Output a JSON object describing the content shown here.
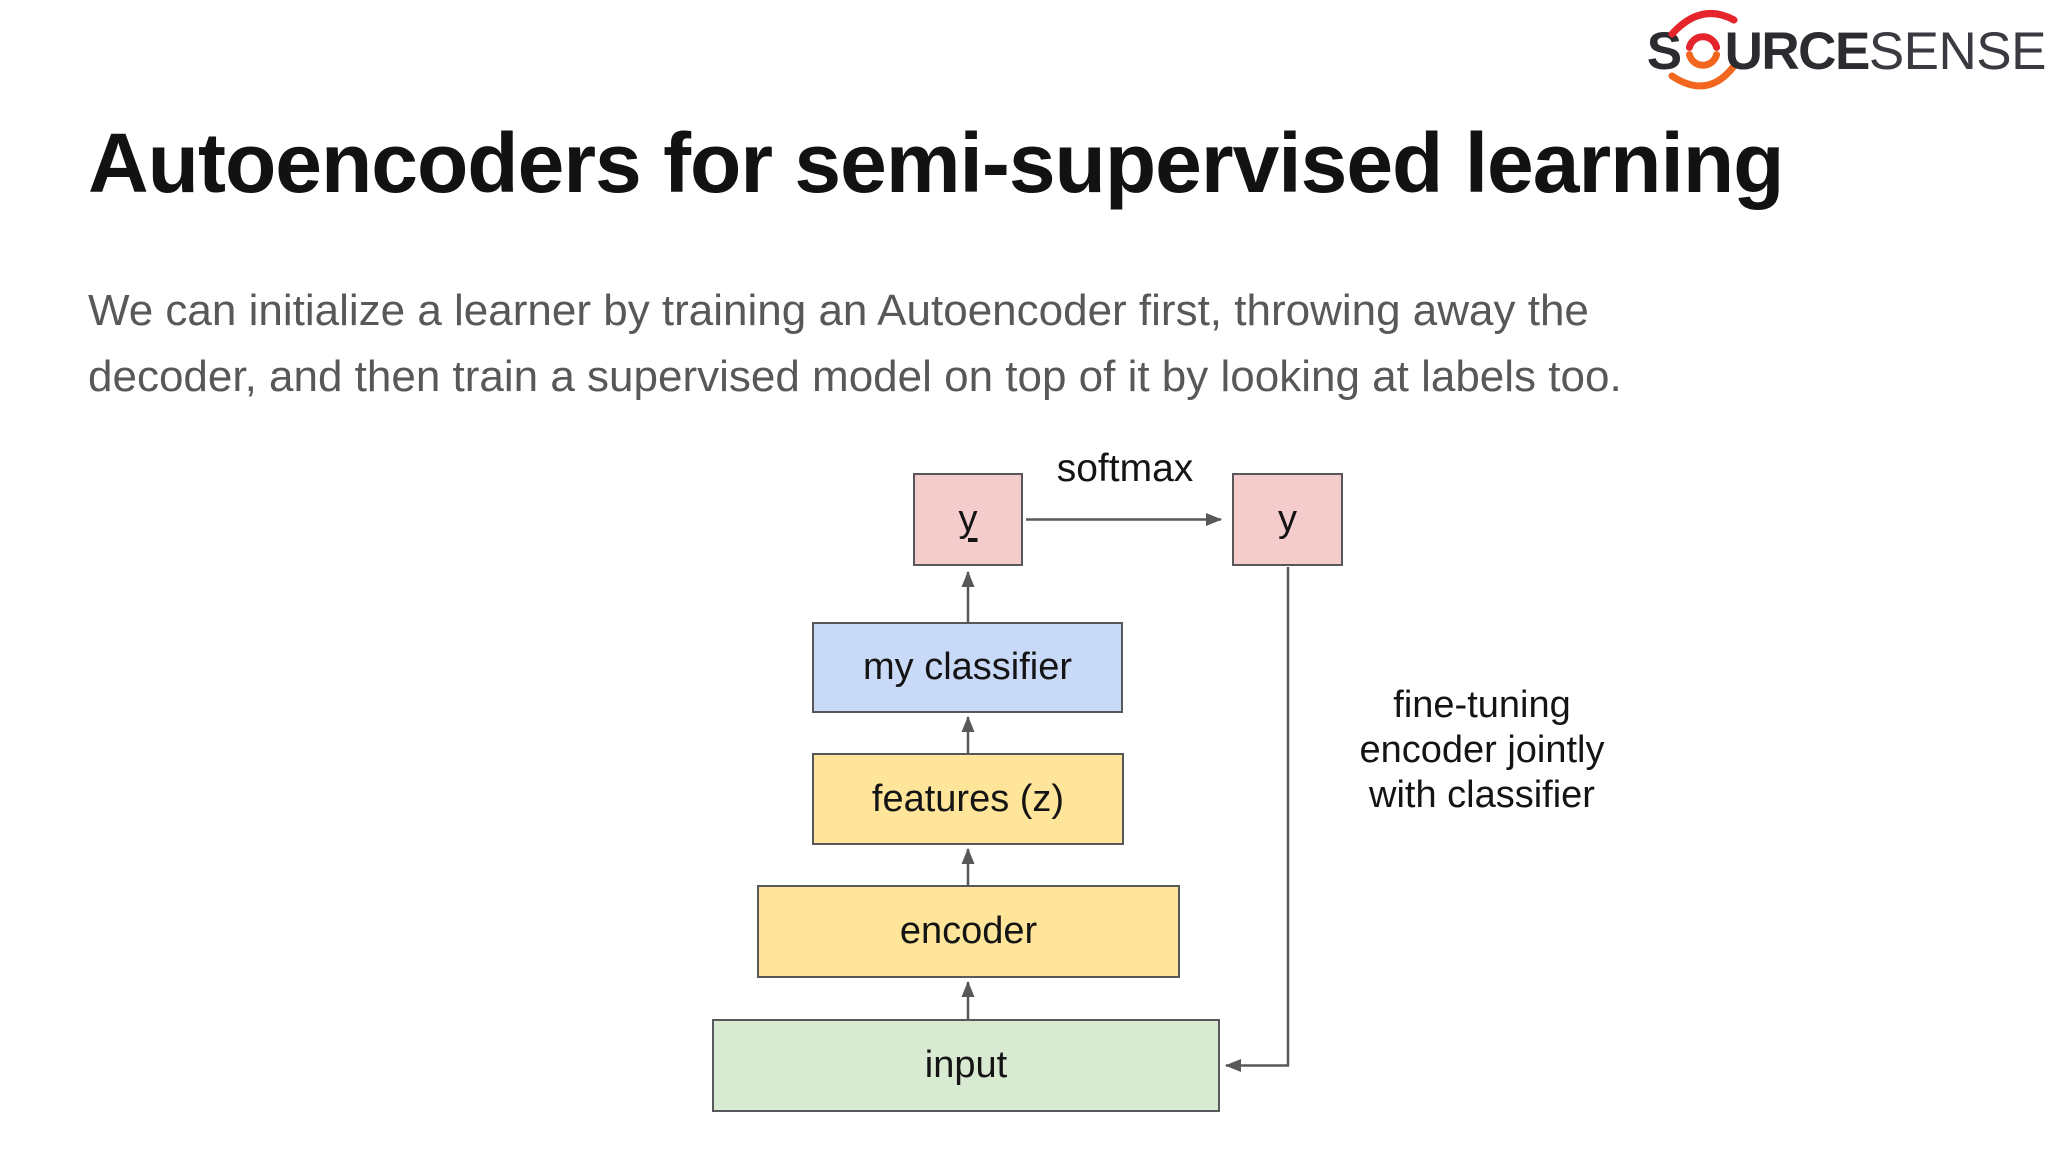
{
  "brand": {
    "prefix": "S",
    "middle": "URCE",
    "suffix": "SENSE",
    "emblem": "swirl-o-icon",
    "colors": {
      "red": "#e5242b",
      "orange": "#f2661f",
      "dark": "#2b2b30"
    }
  },
  "slide": {
    "title": "Autoencoders for semi-supervised learning",
    "body_lines": [
      "We can initialize a learner by training an Autoencoder first, throwing away the",
      "decoder, and then train a supervised model on top of it by looking at labels too."
    ],
    "body_color": "#58585b",
    "background": "#ffffff"
  },
  "diagram": {
    "stroke": "#58585b",
    "nodes": {
      "y_hat": {
        "label": "y",
        "underlined": true,
        "fill": "#f4cccc"
      },
      "y": {
        "label": "y",
        "underlined": false,
        "fill": "#f4cccc"
      },
      "classifier": {
        "label": "my classifier",
        "fill": "#c9daf8"
      },
      "features": {
        "label": "features (z)",
        "fill": "#ffe599"
      },
      "encoder": {
        "label": "encoder",
        "fill": "#ffe599"
      },
      "input": {
        "label": "input",
        "fill": "#d9ead3"
      }
    },
    "labels": {
      "softmax": "softmax",
      "fine_tuning_lines": [
        "fine-tuning",
        "encoder jointly",
        "with classifier"
      ]
    }
  }
}
